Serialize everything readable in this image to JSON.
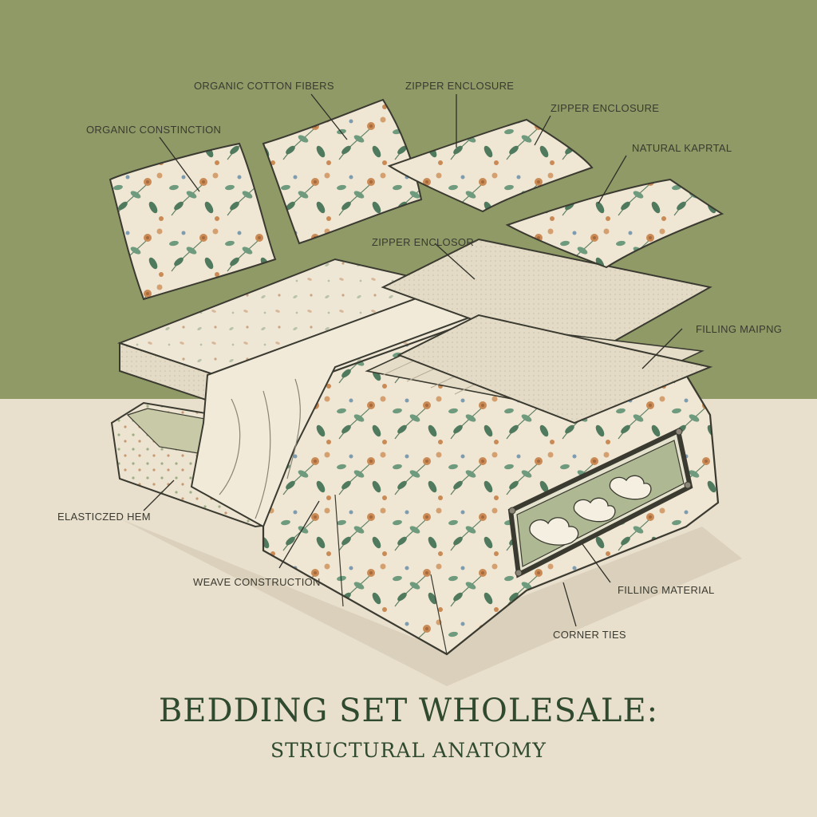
{
  "colors": {
    "sage": "#8f9a67",
    "paper": "#e9dfcd",
    "ink": "#3a3a30",
    "leaf": "#4f7a5e",
    "flower": "#c98a55",
    "title": "#2f4a2f"
  },
  "callouts": [
    {
      "id": "organic-construction",
      "text": "ORGANIC CONSTINCTION"
    },
    {
      "id": "organic-cotton-fibers",
      "text": "ORGANIC COTTON FIBERS"
    },
    {
      "id": "zipper-enclosure-1",
      "text": "ZIPPER ENCLOSURE"
    },
    {
      "id": "zipper-enclosure-2",
      "text": "ZIPPER ENCLOSURE"
    },
    {
      "id": "natural-material",
      "text": "NATURAL KAPRTAL"
    },
    {
      "id": "zipper-enclosor",
      "text": "ZIPPER ENCLOSOR"
    },
    {
      "id": "filling-mapping",
      "text": "FILLING MAIPNG"
    },
    {
      "id": "elasticized-hem",
      "text": "ELASTICZED HEM"
    },
    {
      "id": "weave-construction",
      "text": "WEAVE CONSTRUCTION"
    },
    {
      "id": "filling-material",
      "text": "FILLING MATERIAL"
    },
    {
      "id": "corner-ties",
      "text": "CORNER TIES"
    }
  ],
  "title": {
    "main": "BEDDING SET WHOLESALE:",
    "sub": "STRUCTURAL ANATOMY"
  }
}
